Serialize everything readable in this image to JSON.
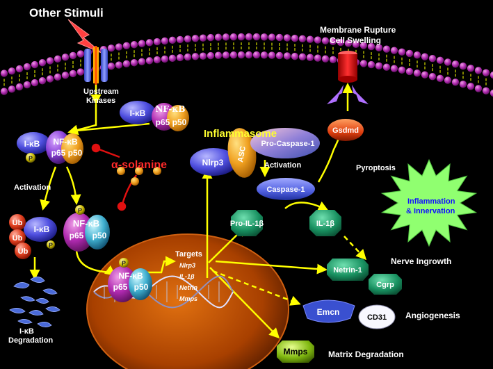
{
  "stimulus": "Other Stimuli",
  "upstream_kinases": [
    "Upstream",
    "Kinases"
  ],
  "complex_top": {
    "ikb": "I-κB",
    "nfkb": "NF-κB",
    "p65": "p65",
    "p50": "p50"
  },
  "complex_left": {
    "ikb": "I-κB",
    "nfkb": "NF-κB",
    "p65": "p65",
    "p50": "p50",
    "p": "P"
  },
  "inhibitor": "α-solanine",
  "activation_left": "Activation",
  "ub_complex": {
    "ub": "Ub",
    "ikb": "I-κB",
    "p": "P"
  },
  "ikb_degradation": [
    "I-κB",
    "Degradation"
  ],
  "nfkb_free": {
    "nfkb": "NF-κB",
    "p65": "p65",
    "p50": "p50",
    "p": "P"
  },
  "nfkb_dna": {
    "nfkb": "NF-κB",
    "p65": "p65",
    "p50": "p50",
    "p": "P"
  },
  "targets_label": "Targets",
  "targets": [
    "Nlrp3",
    "IL-1β",
    "Netrin",
    "Mmps"
  ],
  "inflammasome": {
    "title": "Inflammasome",
    "nlrp3": "Nlrp3",
    "asc": "ASC",
    "pro_caspase": "Pro-Caspase-1"
  },
  "activation_right": "Activation",
  "caspase": "Caspase-1",
  "pro_il1b": "Pro-IL-1β",
  "il1b": "IL-1β",
  "gsdmd": "Gsdmd",
  "pyroptosis": "Pyroptosis",
  "membrane": [
    "Membrane Rupture",
    "Cell Swelling"
  ],
  "burst": [
    "Inflammation",
    "& Innervation"
  ],
  "nerve_ingrowth": "Nerve Ingrowth",
  "netrin1": "Netrin-1",
  "cgrp": "Cgrp",
  "emcn": "Emcn",
  "cd31": "CD31",
  "angiogenesis": "Angiogenesis",
  "mmps": "Mmps",
  "matrix_degradation": "Matrix Degradation"
}
